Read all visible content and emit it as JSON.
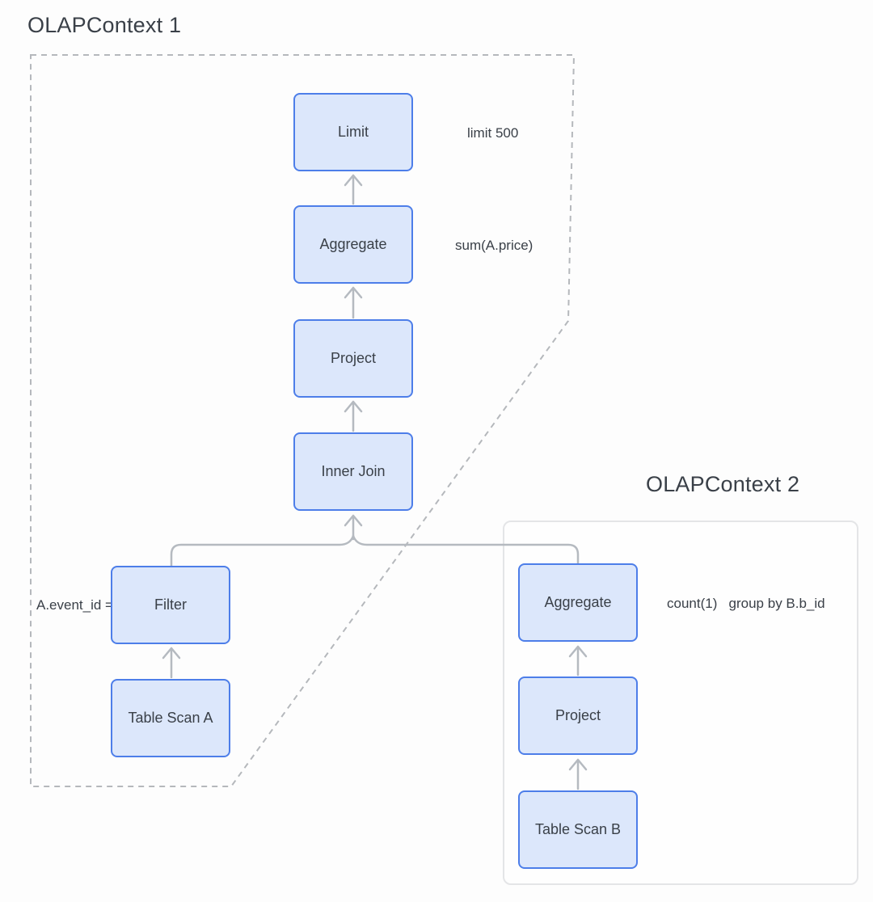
{
  "diagram": {
    "contexts": [
      {
        "title": "OLAPContext 1",
        "nodes": [
          {
            "id": "limit",
            "label": "Limit",
            "annotation": "limit 500"
          },
          {
            "id": "aggregate-1",
            "label": "Aggregate",
            "annotation": "sum(A.price)"
          },
          {
            "id": "project-1",
            "label": "Project"
          },
          {
            "id": "inner-join",
            "label": "Inner Join"
          },
          {
            "id": "filter",
            "label": "Filter",
            "annotation": "A.event_id ="
          },
          {
            "id": "table-scan-a",
            "label": "Table Scan A"
          }
        ]
      },
      {
        "title": "OLAPContext 2",
        "nodes": [
          {
            "id": "aggregate-2",
            "label": "Aggregate",
            "annotation": "count(1)   group by B.b_id"
          },
          {
            "id": "project-2",
            "label": "Project"
          },
          {
            "id": "table-scan-b",
            "label": "Table Scan B"
          }
        ]
      }
    ],
    "colors": {
      "node_fill": "#dce7fb",
      "node_border": "#4d7ee9",
      "text": "#3a4048",
      "connector_gray": "#b5bac0",
      "context1_dashed_border": "#b5b8bc",
      "context2_border": "#e4e5e7",
      "background": "#fdfdfd"
    }
  }
}
